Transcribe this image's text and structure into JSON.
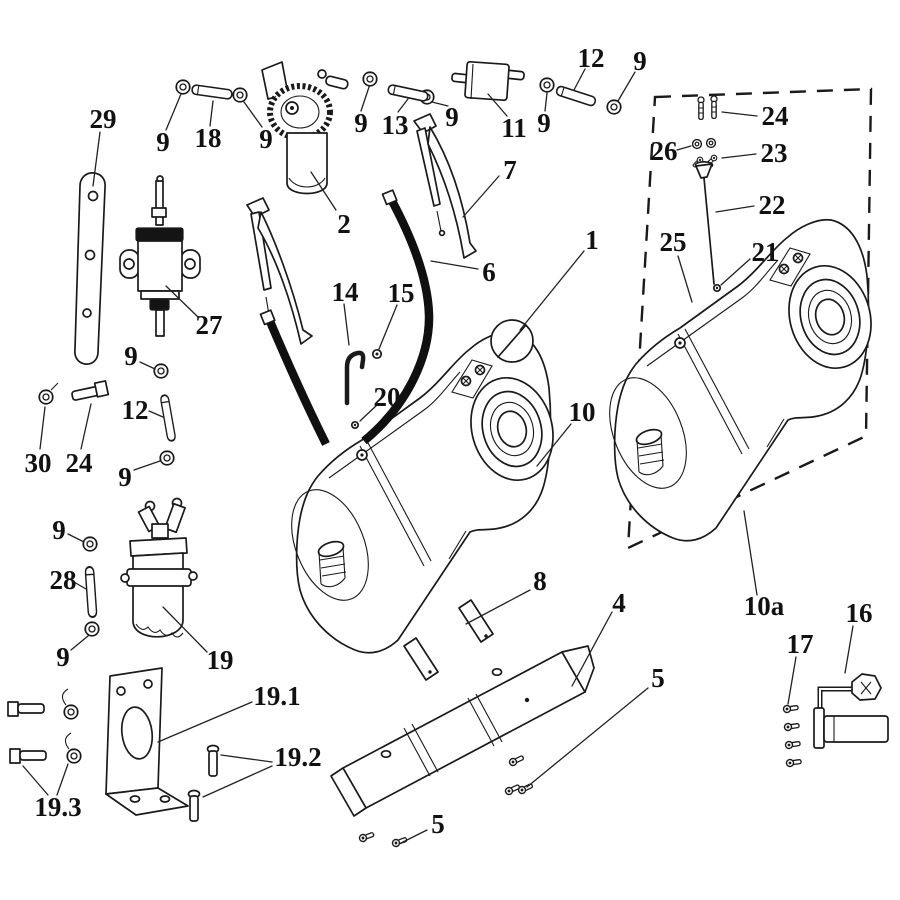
{
  "diagram": {
    "kind": "exploded-parts-diagram",
    "background": "#ffffff",
    "line_color": "#1a1a1a"
  },
  "callouts": [
    {
      "id": "29",
      "text": "29"
    },
    {
      "id": "9a",
      "text": "9"
    },
    {
      "id": "18",
      "text": "18"
    },
    {
      "id": "9b",
      "text": "9"
    },
    {
      "id": "2",
      "text": "2"
    },
    {
      "id": "9c",
      "text": "9"
    },
    {
      "id": "13",
      "text": "13"
    },
    {
      "id": "9d",
      "text": "9"
    },
    {
      "id": "11",
      "text": "11"
    },
    {
      "id": "9e",
      "text": "9"
    },
    {
      "id": "12a",
      "text": "12"
    },
    {
      "id": "9f",
      "text": "9"
    },
    {
      "id": "7",
      "text": "7"
    },
    {
      "id": "6",
      "text": "6"
    },
    {
      "id": "1",
      "text": "1"
    },
    {
      "id": "14",
      "text": "14"
    },
    {
      "id": "15",
      "text": "15"
    },
    {
      "id": "20",
      "text": "20"
    },
    {
      "id": "10",
      "text": "10"
    },
    {
      "id": "24a",
      "text": "24"
    },
    {
      "id": "26",
      "text": "26"
    },
    {
      "id": "23",
      "text": "23"
    },
    {
      "id": "22",
      "text": "22"
    },
    {
      "id": "25",
      "text": "25"
    },
    {
      "id": "21",
      "text": "21"
    },
    {
      "id": "10a",
      "text": "10a"
    },
    {
      "id": "27",
      "text": "27"
    },
    {
      "id": "9g",
      "text": "9"
    },
    {
      "id": "12b",
      "text": "12"
    },
    {
      "id": "9h",
      "text": "9"
    },
    {
      "id": "30",
      "text": "30"
    },
    {
      "id": "24b",
      "text": "24"
    },
    {
      "id": "9i",
      "text": "9"
    },
    {
      "id": "28",
      "text": "28"
    },
    {
      "id": "9j",
      "text": "9"
    },
    {
      "id": "19",
      "text": "19"
    },
    {
      "id": "19.1",
      "text": "19.1"
    },
    {
      "id": "19.2",
      "text": "19.2"
    },
    {
      "id": "19.3",
      "text": "19.3"
    },
    {
      "id": "8",
      "text": "8"
    },
    {
      "id": "4",
      "text": "4"
    },
    {
      "id": "5a",
      "text": "5"
    },
    {
      "id": "5b",
      "text": "5"
    },
    {
      "id": "16",
      "text": "16"
    },
    {
      "id": "17",
      "text": "17"
    }
  ]
}
